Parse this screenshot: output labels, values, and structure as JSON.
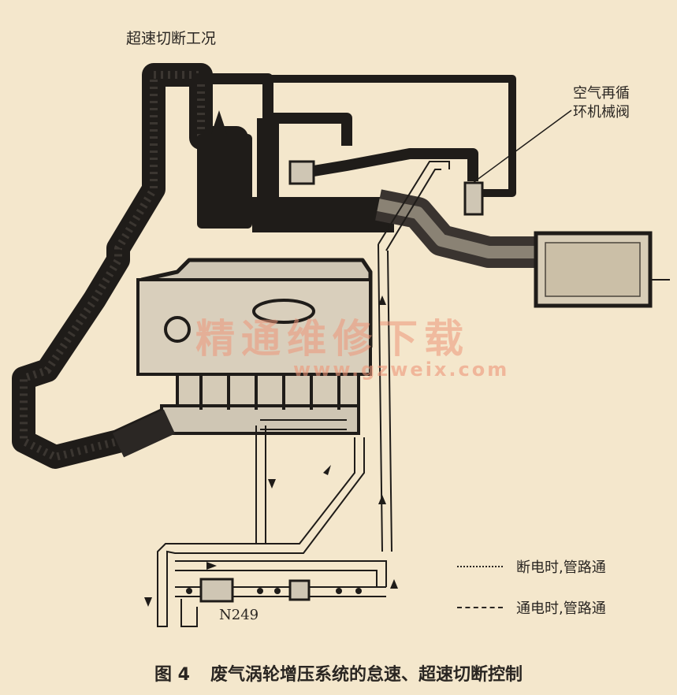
{
  "title": "超速切断工况",
  "valve_label": [
    "空气再循",
    "环机械阀"
  ],
  "component_label": "N249",
  "legend": [
    {
      "text": "断电时,管路通",
      "style": "dotted"
    },
    {
      "text": "通电时,管路通",
      "style": "dashed"
    }
  ],
  "caption": {
    "number": "图 4",
    "text": "废气涡轮增压系统的怠速、超速切断控制"
  },
  "watermark": {
    "cn": "精通维修下载",
    "url": "www.gzweix.com"
  },
  "colors": {
    "background": "#f4e7cc",
    "pipe": "#1f1c19",
    "metal": "#cfc6b4",
    "watermark": "#ec9678"
  }
}
